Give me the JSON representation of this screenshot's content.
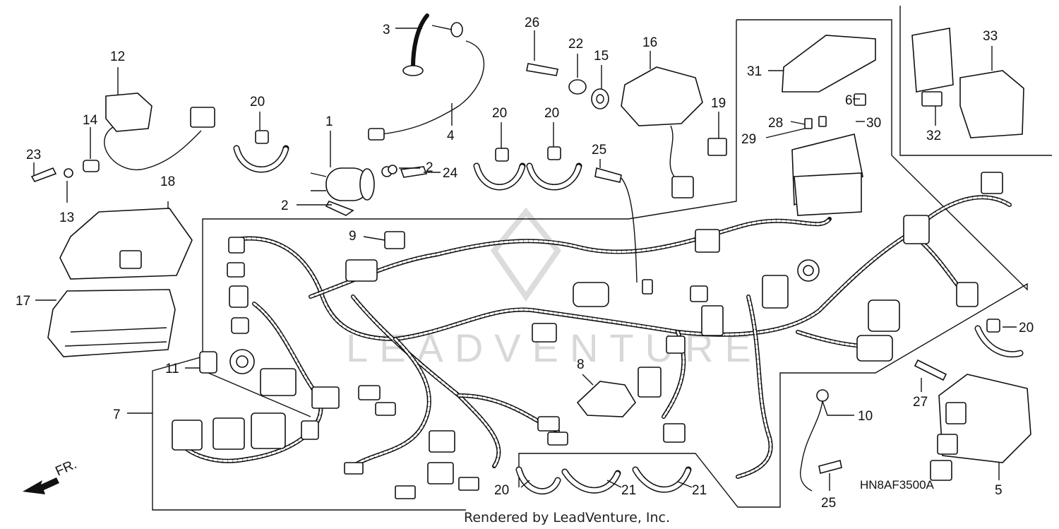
{
  "diagram_code": "HN8AF3500A",
  "footer_text": "Rendered by LeadVenture, Inc.",
  "watermark_text": "LEADVENTURE",
  "direction_label": "FR.",
  "callouts": [
    "1",
    "2",
    "2",
    "3",
    "4",
    "5",
    "6",
    "7",
    "8",
    "9",
    "10",
    "11",
    "12",
    "13",
    "14",
    "15",
    "16",
    "17",
    "18",
    "19",
    "20",
    "20",
    "20",
    "20",
    "20",
    "21",
    "21",
    "22",
    "23",
    "24",
    "25",
    "25",
    "26",
    "27",
    "28",
    "29",
    "30",
    "31",
    "32",
    "33"
  ]
}
